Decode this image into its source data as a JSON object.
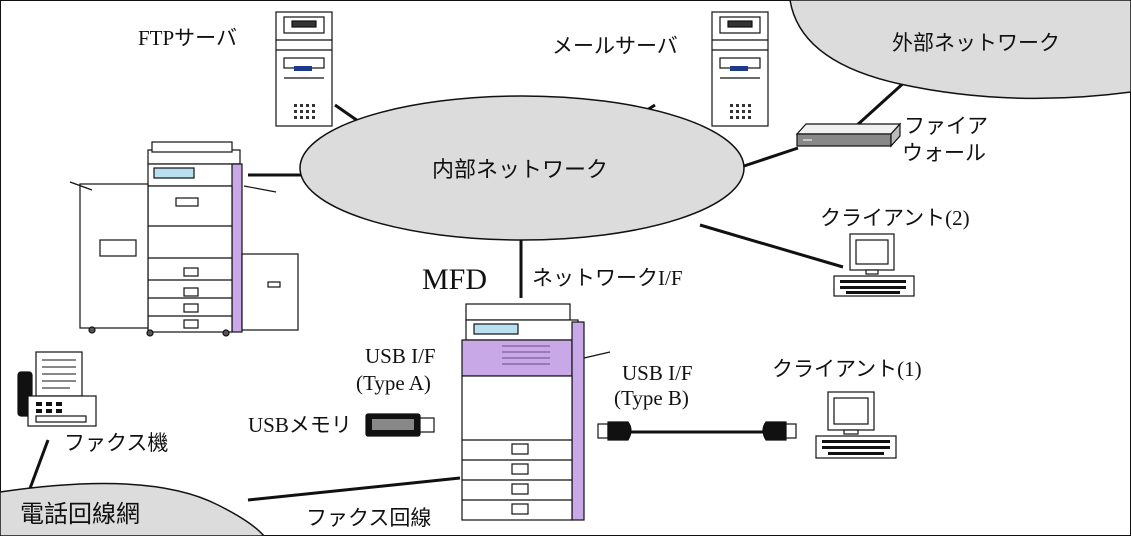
{
  "labels": {
    "ftp_server": "FTPサーバ",
    "mail_server": "メールサーバ",
    "external_network": "外部ネットワーク",
    "firewall_line1": "ファイア",
    "firewall_line2": "ウォール",
    "internal_network": "内部ネットワーク",
    "client2": "クライアント(2)",
    "mfd": "MFD",
    "network_if": "ネットワークI/F",
    "usb_if_a_line1": "USB I/F",
    "usb_if_a_line2": "(Type A)",
    "usb_if_b_line1": "USB I/F",
    "usb_if_b_line2": "(Type B)",
    "client1": "クライアント(1)",
    "usb_memory": "USBメモリ",
    "fax_machine": "ファクス機",
    "phone_network": "電話回線網",
    "fax_line": "ファクス回線"
  },
  "colors": {
    "cloud_fill": "#dcdcdc",
    "mfd_accent": "#c8a8e6",
    "mfd_panel": "#b8e0f0",
    "line": "#111111"
  }
}
